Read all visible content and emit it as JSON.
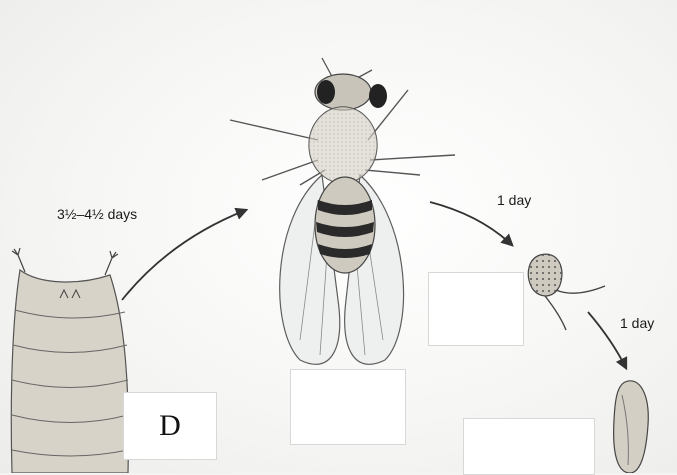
{
  "labels": {
    "larva_to_adult": "3½–4½ days",
    "adult_to_egg": "1 day",
    "egg_to_larva": "1 day"
  },
  "boxes": {
    "larva_box": "D",
    "adult_box": "",
    "egg_box": "",
    "first_instar_box": ""
  }
}
